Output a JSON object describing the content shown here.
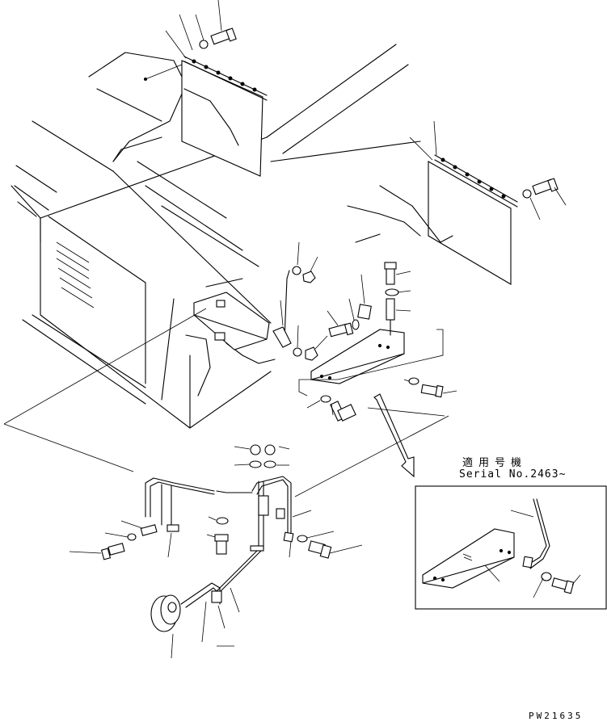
{
  "applicable_label": "適用号機",
  "serial_label": "Serial No.2463~",
  "drawing_number": "PW21635"
}
